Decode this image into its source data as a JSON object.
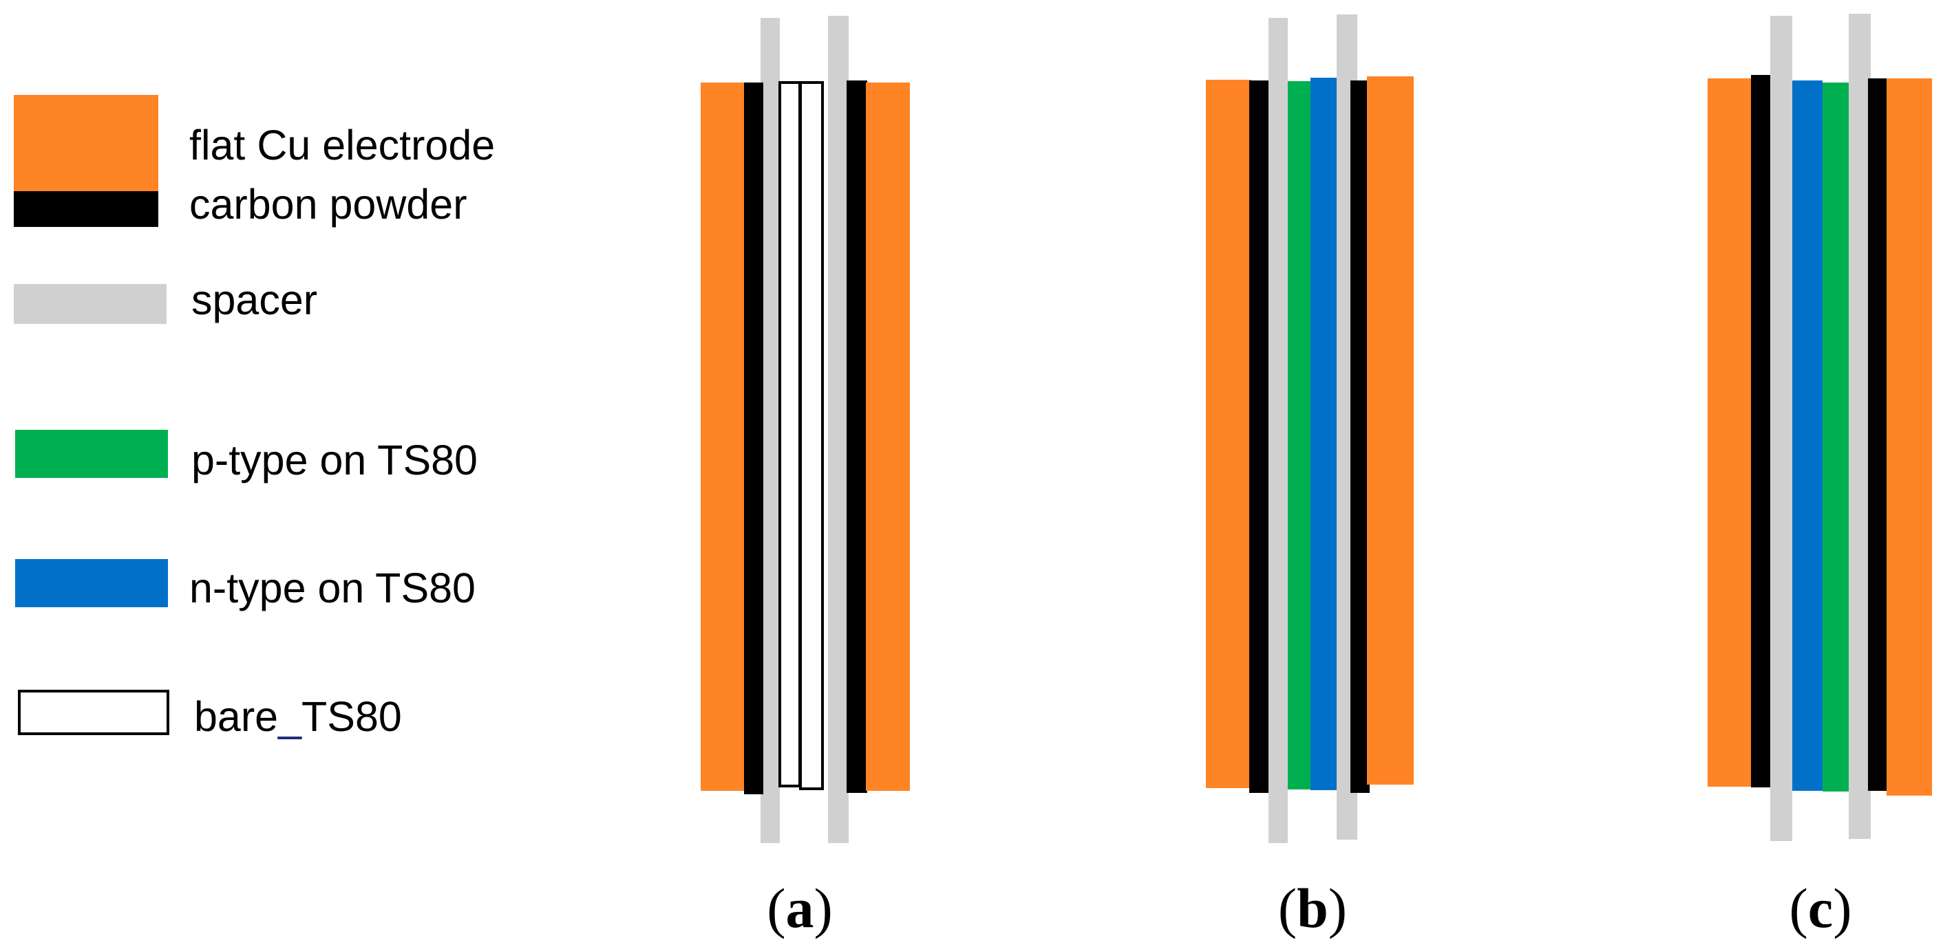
{
  "colors": {
    "copper": "#FF8425",
    "carbon": "#000000",
    "spacer": "#D0D0D0",
    "p_type": "#00B050",
    "n_type": "#0070C8",
    "bare": "#FFFFFF",
    "outline": "#000000",
    "underscore_accent": "#1F2A7A"
  },
  "legend": {
    "cu_label": "flat Cu electrode",
    "carbon_label": "carbon powder",
    "spacer_label": "spacer",
    "p_label": "p-type on TS80",
    "n_label": "n-type on TS80",
    "bare_prefix": "bare",
    "bare_sep": "_",
    "bare_suffix": "TS80"
  },
  "panels": {
    "a": {
      "open": "(",
      "letter": "a",
      "close": ")"
    },
    "b": {
      "open": "(",
      "letter": "b",
      "close": ")"
    },
    "c": {
      "open": "(",
      "letter": "c",
      "close": ")"
    }
  }
}
